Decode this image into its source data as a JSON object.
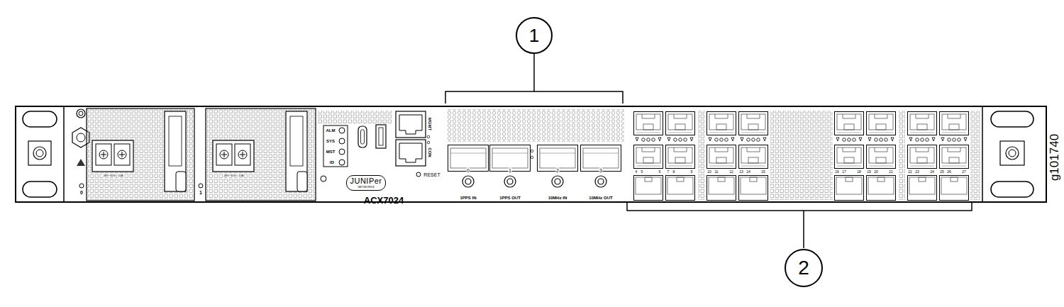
{
  "diagram": {
    "nodes": [
      {
        "text": [
          "1"
        ]
      },
      {
        "text": [
          "JUNIPer",
          "NETWORKS"
        ]
      },
      {
        "text": [
          "2"
        ]
      }
    ],
    "labels": [
      "ALM",
      "SYS",
      "MST",
      "ID",
      "MGMT",
      "CON",
      "RESET",
      "ACX7024",
      "0",
      "1",
      "2",
      "3",
      "1PPS IN",
      "1PPS OUT",
      "10MHz IN",
      "10MHz OUT",
      "-48V−60V═ 10A",
      "-48V−60V═ 10A",
      "0",
      "1",
      "4",
      "5",
      "6",
      "7",
      "8",
      "9",
      "10",
      "11",
      "12",
      "13",
      "14",
      "15",
      "16",
      "17",
      "18",
      "19",
      "20",
      "21",
      "22",
      "23",
      "24",
      "25",
      "26",
      "27",
      "g101740"
    ]
  }
}
